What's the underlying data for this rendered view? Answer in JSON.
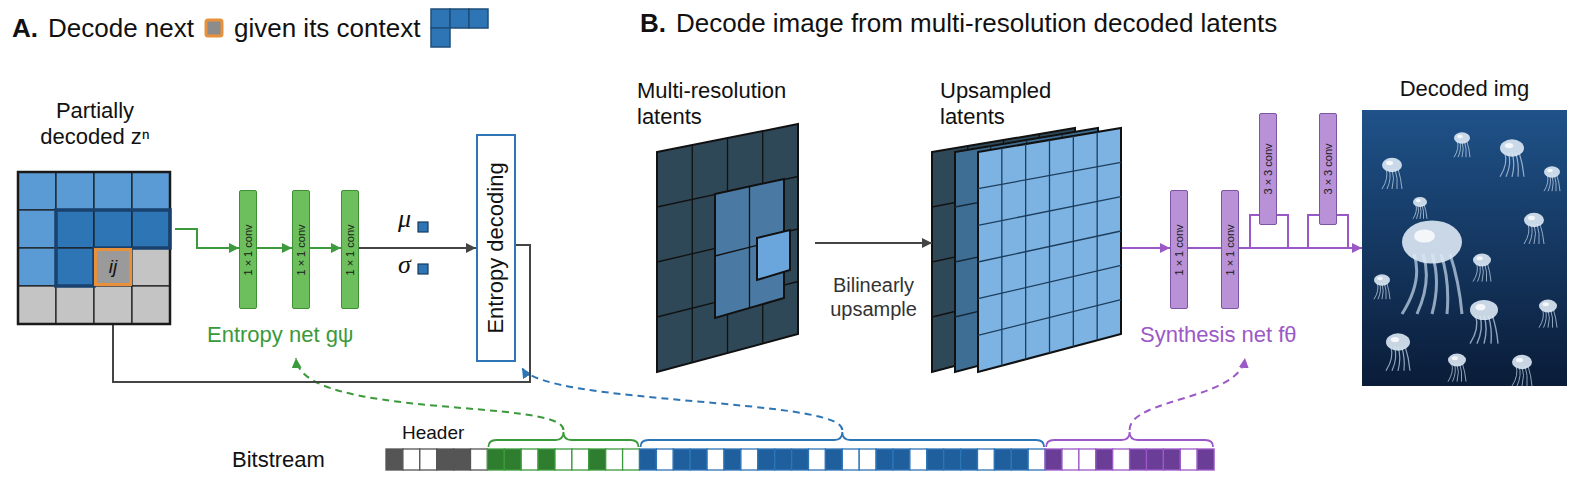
{
  "diagram": {
    "nodes": [
      {
        "text": [
          "Partially decoded zⁿ"
        ]
      },
      {
        "text": [
          "ij"
        ],
        "in": 0
      },
      {
        "text": [
          "1 × 1 conv"
        ]
      },
      {
        "text": [
          "1 × 1 conv"
        ]
      },
      {
        "text": [
          "1 × 1 conv"
        ]
      },
      {
        "text": [
          "Entropy decoding"
        ]
      },
      {
        "text": [
          "Multi-resolution latents"
        ]
      },
      {
        "text": [
          "Upsampled latents"
        ]
      },
      {
        "text": [
          "1 × 1 conv"
        ]
      },
      {
        "text": [
          "1 × 1 conv"
        ]
      },
      {
        "text": [
          "3 × 3 conv"
        ]
      },
      {
        "text": [
          "3 × 3 conv"
        ]
      },
      {
        "text": [
          "Decoded img"
        ]
      }
    ],
    "edges": [
      {
        "from": 0,
        "to": 2,
        "arrow": "to"
      },
      {
        "from": 2,
        "to": 3,
        "arrow": "to"
      },
      {
        "from": 3,
        "to": 4,
        "arrow": "to"
      },
      {
        "from": 4,
        "to": 5,
        "arrow": "to"
      },
      {
        "from": 5,
        "to": 1,
        "arrow": "to"
      },
      {
        "from": 6,
        "to": 7,
        "label": "Bilinearly upsample",
        "arrow": "to"
      },
      {
        "from": 7,
        "to": 8,
        "arrow": "to"
      },
      {
        "from": 8,
        "to": 9,
        "arrow": "none"
      },
      {
        "from": 9,
        "to": 10,
        "arrow": "none"
      },
      {
        "from": 10,
        "to": 11,
        "arrow": "none"
      },
      {
        "from": 11,
        "to": 12,
        "arrow": "to"
      }
    ],
    "labels": [
      "A.",
      "Decode next",
      "given its context",
      "B.",
      "Decode image from multi-resolution decoded latents",
      "μ",
      "σ",
      "Entropy net gψ",
      "Synthesis net fθ",
      "Header",
      "Bitstream"
    ]
  }
}
